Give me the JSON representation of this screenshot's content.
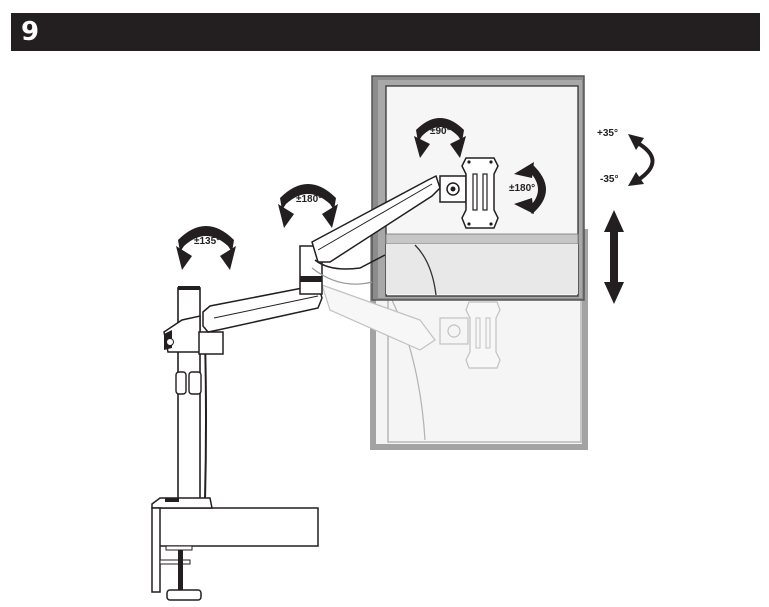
{
  "header": {
    "step_number": "9",
    "bar_color": "#231f20"
  },
  "illustration": {
    "subject": "monitor arm adjustment range",
    "rotation_labels": {
      "base_swivel": "±135°",
      "arm_swivel": "±180°",
      "head_swivel": "±90°",
      "rotation": "±180°",
      "tilt_up": "+35°",
      "tilt_down": "-35°"
    },
    "icons": {
      "swivel_arrow": "circular-swivel-arrow",
      "rotate_arrow": "circular-rotate-arrow",
      "tilt_arrow": "curved-tilt-arrow",
      "height_arrow": "double-vertical-arrow"
    },
    "colors": {
      "ink": "#231f20",
      "monitor_frame": "#8a8a8a",
      "monitor_screen": "#f3f3f3",
      "ghost": "#b8b8b8"
    }
  }
}
